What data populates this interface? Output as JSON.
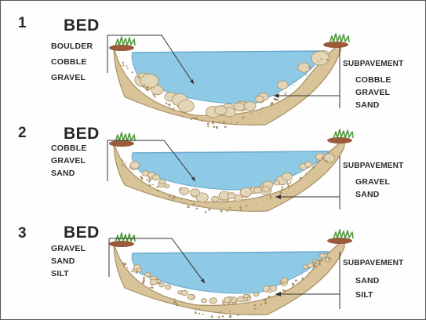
{
  "panels": [
    {
      "number": "1",
      "bed_title": "BED",
      "bed_materials": [
        "BOULDER",
        "COBBLE",
        "GRAVEL"
      ],
      "subpavement_title": "SUBPAVEMENT",
      "subpavement_materials": [
        "COBBLE",
        "GRAVEL",
        "SAND"
      ]
    },
    {
      "number": "2",
      "bed_title": "BED",
      "bed_materials": [
        "COBBLE",
        "GRAVEL",
        "SAND"
      ],
      "subpavement_title": "SUBPAVEMENT",
      "subpavement_materials": [
        "GRAVEL",
        "SAND"
      ]
    },
    {
      "number": "3",
      "bed_title": "BED",
      "bed_materials": [
        "GRAVEL",
        "SAND",
        "SILT"
      ],
      "subpavement_title": "SUBPAVEMENT",
      "subpavement_materials": [
        "SAND",
        "SILT"
      ]
    }
  ],
  "colors": {
    "water": "#8ec9e6",
    "water_surface": "#6aa9cf",
    "sediment": "#d9c49a",
    "sediment_dark": "#a98f63",
    "stone": "#e3d6b8",
    "grass": "#4e9a3a",
    "soil": "#9c5a3c",
    "line": "#333333"
  },
  "icons": [
    "grass-tuft-icon",
    "arrow-right-icon",
    "arrow-left-icon"
  ]
}
